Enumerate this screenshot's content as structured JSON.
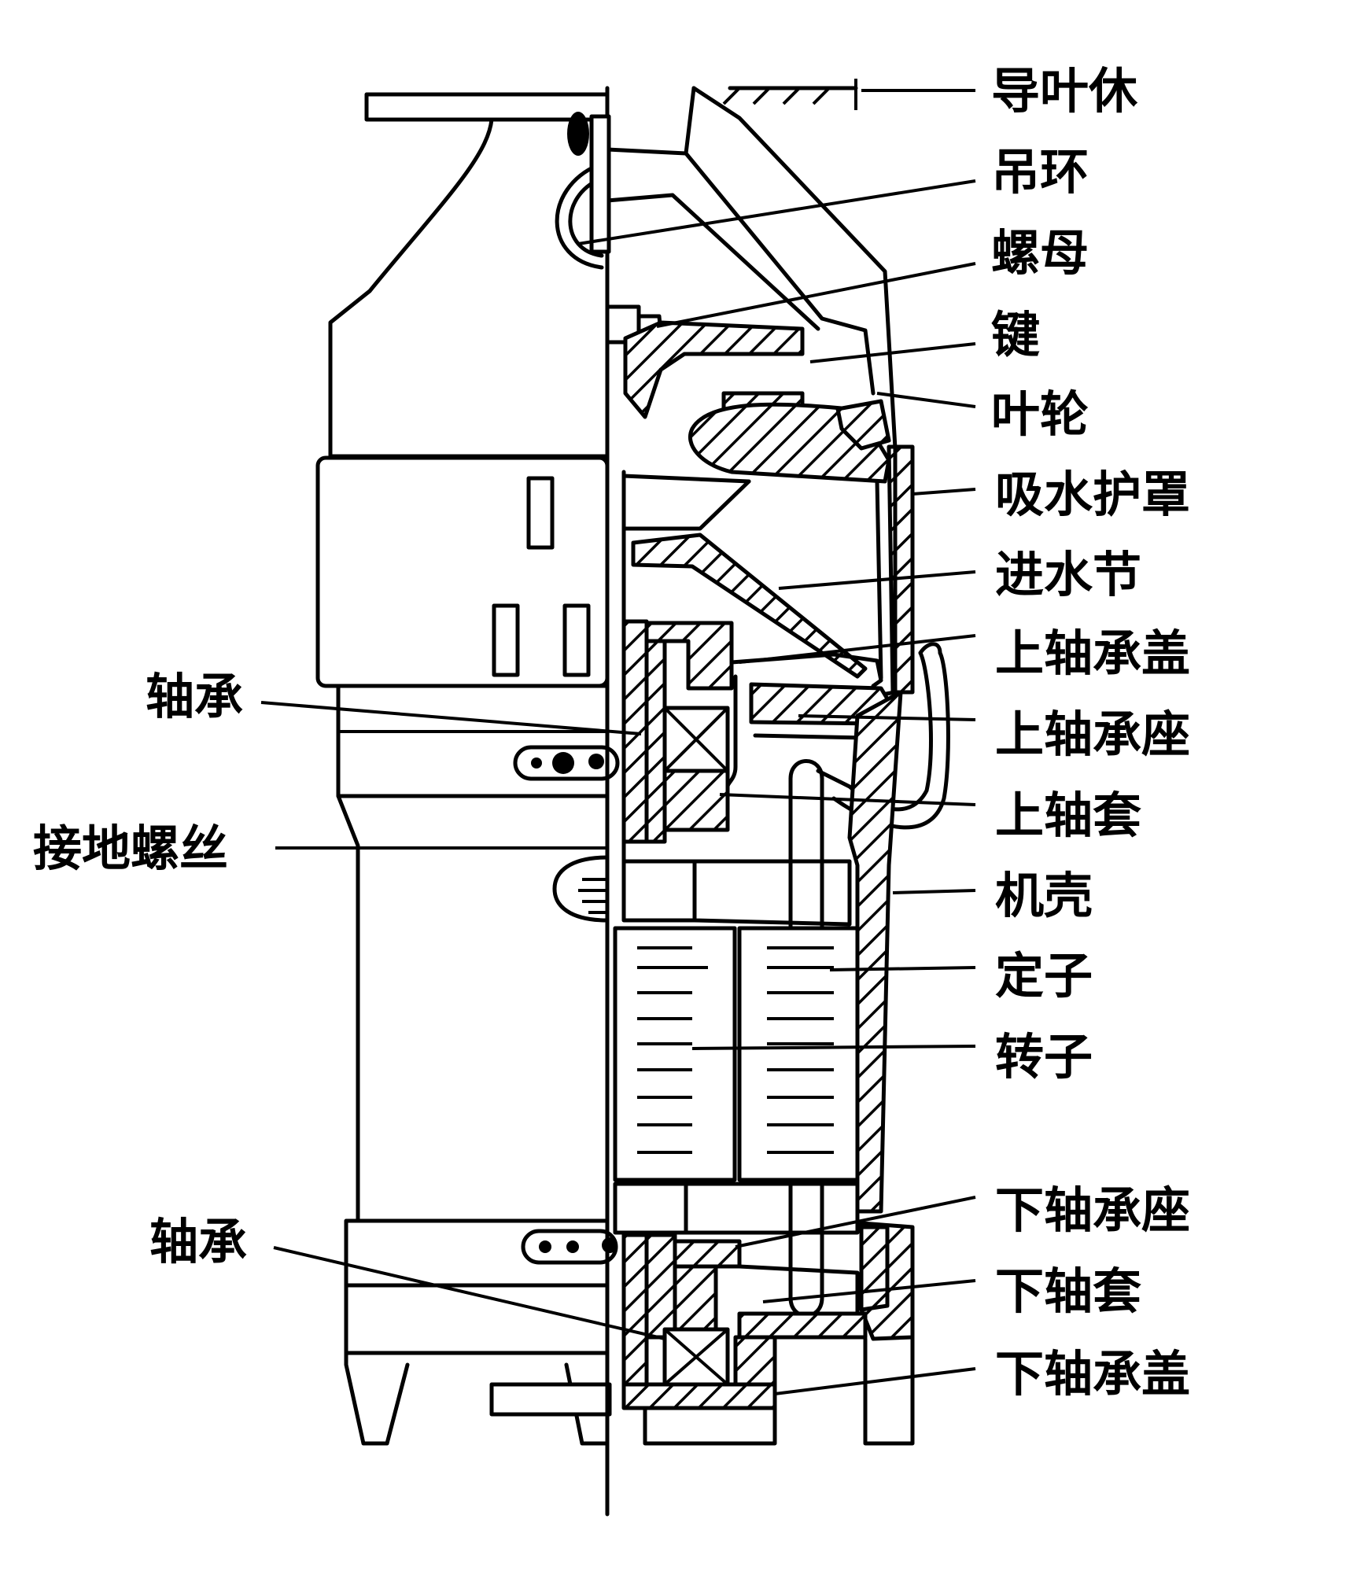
{
  "diagram": {
    "labels": {
      "guide_vane_body": "导叶休",
      "lifting_ring": "吊环",
      "nut": "螺母",
      "key": "键",
      "impeller": "叶轮",
      "suction_guard": "吸水护罩",
      "inlet_section": "进水节",
      "upper_bearing_cover": "上轴承盖",
      "upper_bearing_seat": "上轴承座",
      "upper_shaft_sleeve": "上轴套",
      "casing": "机壳",
      "stator": "定子",
      "rotor": "转子",
      "lower_bearing_seat": "下轴承座",
      "lower_shaft_sleeve": "下轴套",
      "lower_bearing_cover": "下轴承盖",
      "bearing_upper": "轴承",
      "grounding_screw": "接地螺丝",
      "bearing_lower": "轴承"
    }
  }
}
